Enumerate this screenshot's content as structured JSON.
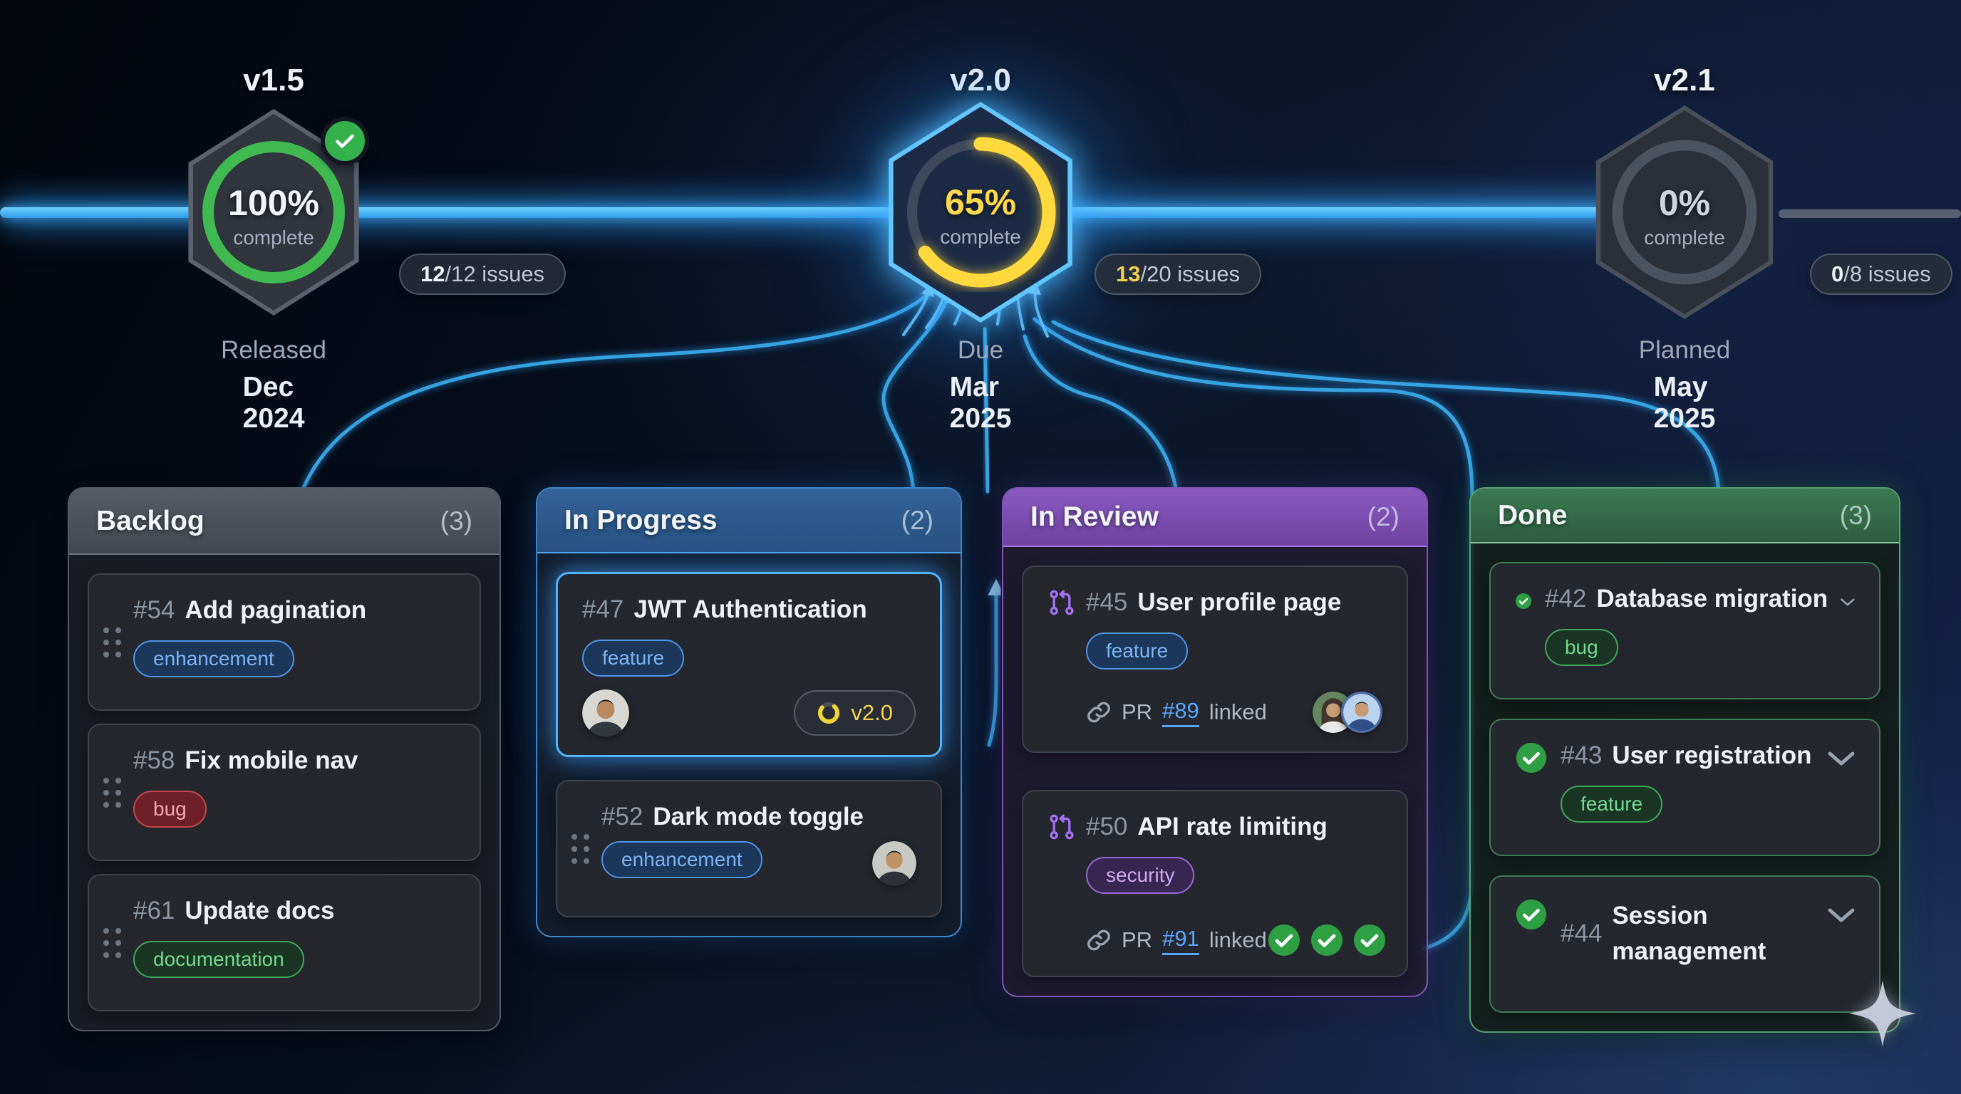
{
  "palette": {
    "timeline_blue": "#3bb0f2",
    "timeline_inactive_gray": "#566073",
    "milestone_yellow": "#ffd94a",
    "success_green": "#2ea043",
    "label_blue": "#58a6ff",
    "label_red": "#c0474f",
    "label_green": "#3fa75a",
    "label_purple": "#a371f7",
    "column_backlog_gray": "#4a5058",
    "column_progress_blue": "#2d5d94",
    "column_review_purple": "#7c4fb3",
    "column_done_green": "#34714b"
  },
  "timeline": {
    "milestones": [
      {
        "version": "v1.5",
        "percent": "100%",
        "percent_label": "complete",
        "issues_done": "12",
        "issues_rest": "/12 issues",
        "status_line1": "Released",
        "status_line2": "Dec 2024",
        "progress_fraction": 1
      },
      {
        "version": "v2.0",
        "percent": "65%",
        "percent_label": "complete",
        "issues_done": "13",
        "issues_rest": "/20 issues",
        "status_line1": "Due",
        "status_line2": "Mar 2025",
        "progress_fraction": 0.65
      },
      {
        "version": "v2.1",
        "percent": "0%",
        "percent_label": "complete",
        "issues_done": "0",
        "issues_rest": "/8 issues",
        "status_line1": "Planned",
        "status_line2": "May 2025",
        "progress_fraction": 0
      }
    ]
  },
  "board": {
    "columns": [
      {
        "title": "Backlog",
        "count": "(3)",
        "cards": [
          {
            "number": "#54",
            "title": "Add pagination",
            "label": "enhancement"
          },
          {
            "number": "#58",
            "title": "Fix mobile nav",
            "label": "bug"
          },
          {
            "number": "#61",
            "title": "Update docs",
            "label": "documentation"
          }
        ]
      },
      {
        "title": "In Progress",
        "count": "(2)",
        "cards": [
          {
            "number": "#47",
            "title": "JWT Authentication",
            "label": "feature",
            "milestone_badge": "v2.0"
          },
          {
            "number": "#52",
            "title": "Dark mode toggle",
            "label": "enhancement"
          }
        ]
      },
      {
        "title": "In Review",
        "count": "(2)",
        "cards": [
          {
            "number": "#45",
            "title": "User profile page",
            "label": "feature",
            "pr_prefix": "PR",
            "pr_number": "#89",
            "pr_suffix": "linked"
          },
          {
            "number": "#50",
            "title": "API rate limiting",
            "label": "security",
            "pr_prefix": "PR",
            "pr_number": "#91",
            "pr_suffix": "linked",
            "approvals": 3
          }
        ]
      },
      {
        "title": "Done",
        "count": "(3)",
        "cards": [
          {
            "number": "#42",
            "title": "Database migration",
            "label": "bug"
          },
          {
            "number": "#43",
            "title": "User registration",
            "label": "feature"
          },
          {
            "number": "#44",
            "title": "Session management"
          }
        ]
      }
    ]
  }
}
